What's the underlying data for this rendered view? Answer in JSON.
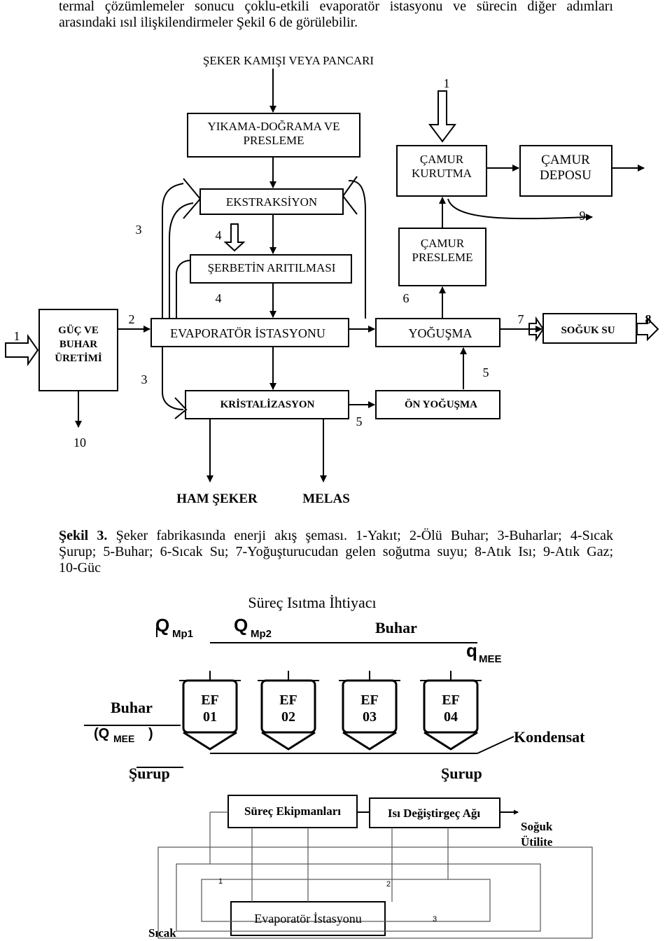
{
  "intro": {
    "line1": "termal çözümlemeler sonucu çoklu-etkili evaporatör istasyonu ve sürecin diğer adımları",
    "line2": "arasındaki ısıl ilişkilendirmeler Şekil 6 de görülebilir."
  },
  "figure3": {
    "boxes": {
      "input_title": "ŞEKER KAMIŞI VEYA PANCARI",
      "washing_l1": "YIKAMA-DOĞRAMA VE",
      "washing_l2": "PRESLEME",
      "extraction": "EKSTRAKSİYON",
      "juice_purification": "ŞERBETİN ARITILMASI",
      "evaporator": "EVAPORATÖR İSTASYONU",
      "crystallization": "KRİSTALİZASYON",
      "mud_drying_l1": "ÇAMUR",
      "mud_drying_l2": "KURUTMA",
      "mud_depot_l1": "ÇAMUR",
      "mud_depot_l2": "DEPOSU",
      "mud_pressing_l1": "ÇAMUR",
      "mud_pressing_l2": "PRESLEME",
      "power_l1": "GÜÇ VE",
      "power_l2": "BUHAR",
      "power_l3": "ÜRETİMİ",
      "condensation": "YOĞUŞMA",
      "pre_condensation": "ÖN YOĞUŞMA",
      "cold_water": "SOĞUK SU"
    },
    "outputs": {
      "raw_sugar": "HAM ŞEKER",
      "molasses": "MELAS"
    },
    "stream_numbers": {
      "n1_top": "1",
      "n1_left": "1",
      "n2": "2",
      "n3_upper": "3",
      "n3_lower": "3",
      "n4_a": "4",
      "n4_b": "4",
      "n5_a": "5",
      "n5_b": "5",
      "n6": "6",
      "n7": "7",
      "n8": "8",
      "n9": "9",
      "n10": "10"
    }
  },
  "caption": {
    "figure_label": "Şekil 3.",
    "title": " Şeker fabrikasında enerji akış şeması. ",
    "k1": "1-",
    "v1": "Yakıt; ",
    "k2": "2-",
    "v2": "Ölü Buhar; ",
    "k3": "3-",
    "v3": "Buharlar; ",
    "k4": "4-",
    "v4": "Sıcak",
    "v4b": "Şurup; ",
    "k5": "5-",
    "v5": "Buhar; ",
    "k6": "6-",
    "v6": "Sıcak Su; ",
    "k7": "7-",
    "v7": "Yoğuşturucudan gelen soğutma suyu; ",
    "k8": "8-",
    "v8": "Atık Isı; ",
    "k9": "9-",
    "v9": "Atık Gaz;",
    "k10": "10-",
    "v10": "Güc"
  },
  "figure6": {
    "title": "Süreç Isıtma İhtiyacı",
    "qmp1": "Q",
    "qmp1_sub": "Mp1",
    "qmp2": "Q",
    "qmp2_sub": "Mp2",
    "steam_top": "Buhar",
    "qmee": "q",
    "qmee_sub": "MEE",
    "steam_left": "Buhar",
    "steam_left_q": "(Q",
    "steam_left_q_sub": "MEE",
    "steam_left_q_close": ")",
    "condensate": "Kondensat",
    "syrup_left": "Şurup",
    "syrup_right": "Şurup",
    "effects": [
      "EF 01",
      "EF 02",
      "EF 03",
      "EF 04"
    ],
    "process_equipment": "Süreç Ekipmanları",
    "heat_exchanger_network": "Isı Değiştirgeç Ağı",
    "cold_utility_l1": "Soğuk",
    "cold_utility_l2": "Ütilite",
    "evaporator_station": "Evaporatör İstasyonu",
    "hot_utility": "Sıcak",
    "loop_1": "1",
    "loop_2": "2",
    "loop_3": "3"
  }
}
